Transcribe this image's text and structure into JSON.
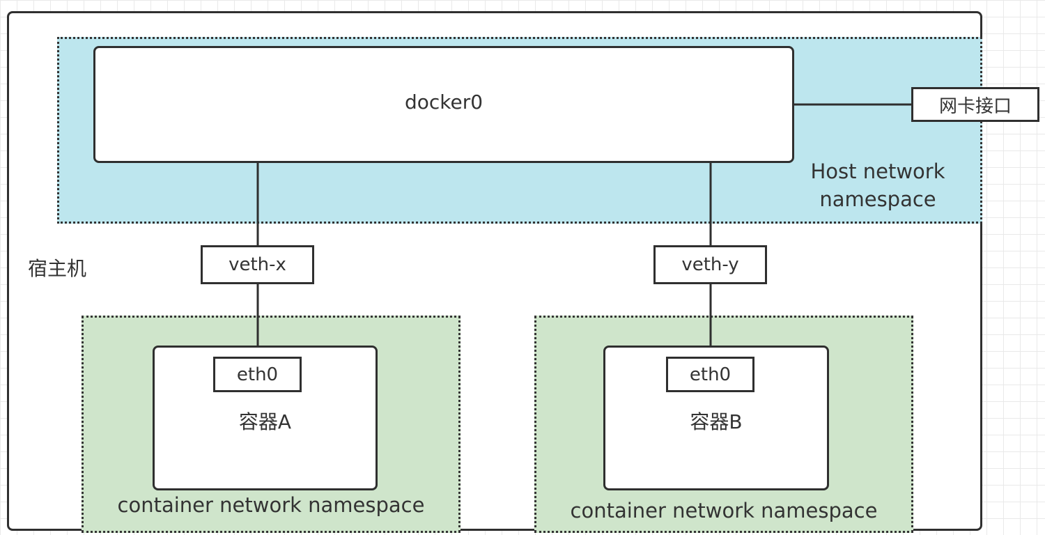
{
  "host_machine": {
    "label": "宿主机"
  },
  "host_namespace": {
    "label": "Host network namespace"
  },
  "bridge": {
    "label": "docker0"
  },
  "nic": {
    "label": "网卡接口"
  },
  "veth": [
    {
      "label": "veth-x"
    },
    {
      "label": "veth-y"
    }
  ],
  "containers": [
    {
      "label": "容器A",
      "interface": "eth0",
      "namespace_label": "container network namespace"
    },
    {
      "label": "容器B",
      "interface": "eth0",
      "namespace_label": "container network namespace"
    }
  ],
  "colors": {
    "host_namespace_fill": "#bde6ee",
    "container_namespace_fill": "#cfe5cb",
    "stroke": "#2f2f2f"
  }
}
